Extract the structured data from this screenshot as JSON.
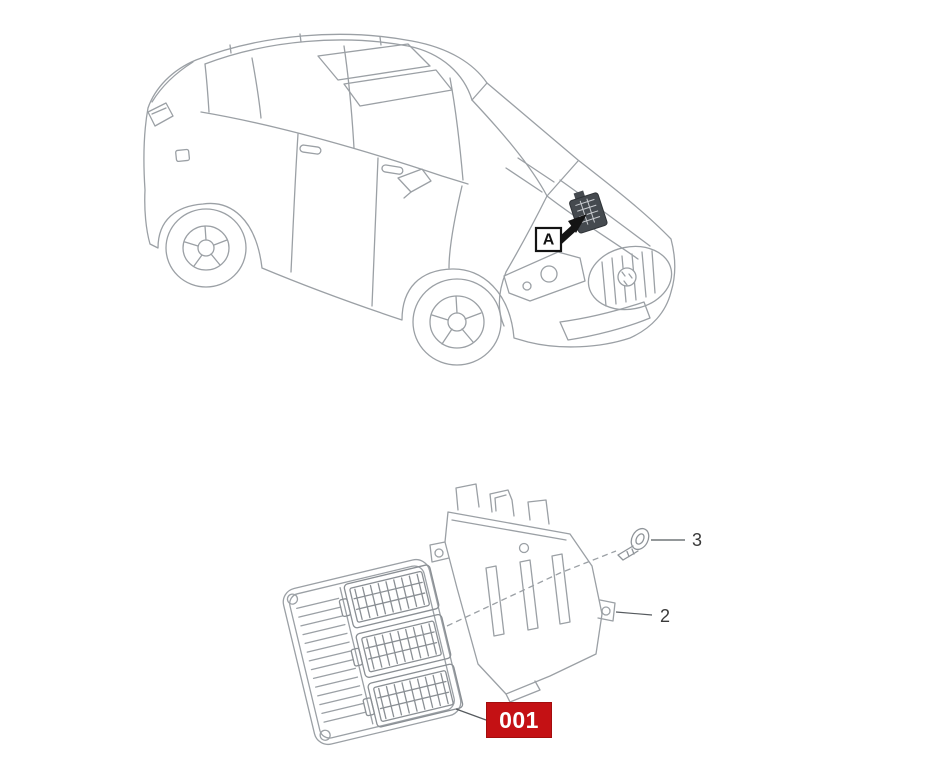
{
  "page": {
    "background": "#ffffff"
  },
  "vehicle_view": {
    "location_label": "A"
  },
  "parts_view": {
    "callout_bolt": "3",
    "callout_bracket": "2",
    "part_number_badge": "001"
  },
  "colors": {
    "line_art": "#9ba0a5",
    "callout_text": "#3a3a3a",
    "arrow_black": "#141414",
    "badge_background": "#c41114",
    "badge_text": "#ffffff"
  }
}
